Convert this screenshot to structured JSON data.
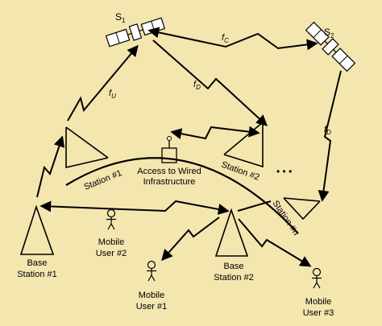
{
  "satellites": [
    {
      "symbol": "S",
      "subscript": "1"
    },
    {
      "symbol": "S",
      "subscript": "2"
    }
  ],
  "links": {
    "uplink": {
      "symbol": "f",
      "subscript": "U"
    },
    "crosslink": {
      "symbol": "f",
      "subscript": "C"
    },
    "downlink_station2": {
      "symbol": "f",
      "subscript": "D"
    },
    "downlink_stationn": {
      "symbol": "f",
      "subscript": "D"
    }
  },
  "arc_labels": {
    "station1": "Station #1",
    "station2": "Station #2",
    "stationn": "Station #n",
    "ellipsis": "• • •"
  },
  "access": {
    "line1": "Access to Wired",
    "line2": "Infrastructure"
  },
  "base_station_1": {
    "line1": "Base",
    "line2": "Station #1"
  },
  "base_station_2": {
    "line1": "Base",
    "line2": "Station #2"
  },
  "mobile_user_1": {
    "line1": "Mobile",
    "line2": "User #1"
  },
  "mobile_user_2": {
    "line1": "Mobile",
    "line2": "User #2"
  },
  "mobile_user_3": {
    "line1": "Mobile",
    "line2": "User #3"
  },
  "colors": {
    "background": "#F3E6AF",
    "ink": "#000000"
  }
}
